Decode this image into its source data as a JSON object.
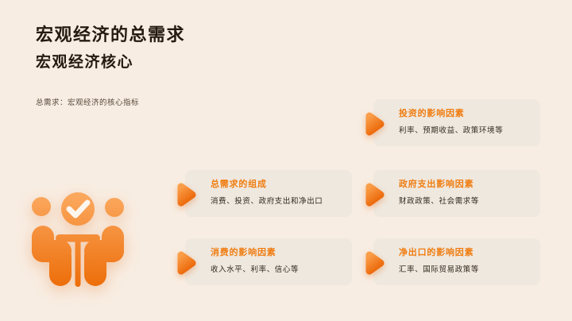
{
  "page": {
    "colors": {
      "bg": "#F8EDE2",
      "card-bg": "#EFE8DF",
      "accent": "#EF7D12",
      "heading": "#251A10",
      "body": "#33291C",
      "caption": "#56483A"
    }
  },
  "header": {
    "title": "宏观经济的总需求",
    "subtitle": "宏观经济核心"
  },
  "caption": "总需求：宏观经济的核心指标",
  "illustration": {
    "name": "meeting-agreement-icon",
    "gradient_top": "#FCAC64",
    "gradient_bottom": "#EC6B06",
    "check_color": "#FDF6EE"
  },
  "cards": [
    {
      "title": "投资的影响因素",
      "description": "利率、预期收益、政策环境等"
    },
    {
      "title": "总需求的组成",
      "description": "消费、投资、政府支出和净出口"
    },
    {
      "title": "政府支出影响因素",
      "description": "财政政策、社会需求等"
    },
    {
      "title": "消费的影响因素",
      "description": "收入水平、利率、信心等"
    },
    {
      "title": "净出口的影响因素",
      "description": "汇率、国际贸易政策等"
    }
  ]
}
